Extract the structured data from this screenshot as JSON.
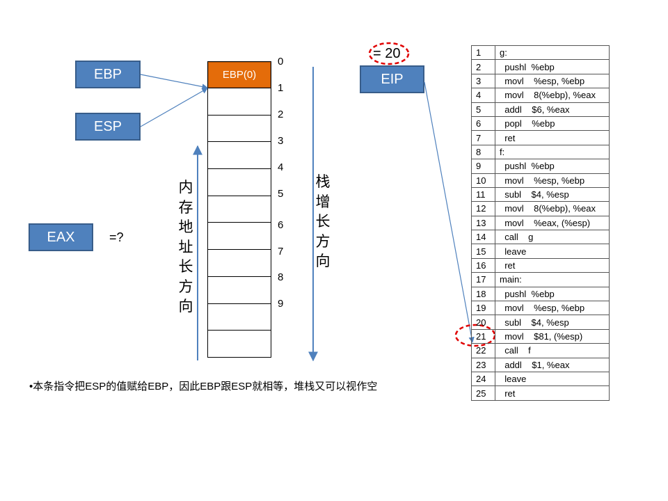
{
  "registers": {
    "ebp": "EBP",
    "esp": "ESP",
    "eax": "EAX",
    "eip": "EIP",
    "eax_value": "=?",
    "eip_value": "= 20"
  },
  "stack": {
    "top_cell": "EBP(0)",
    "indices": [
      "0",
      "1",
      "2",
      "3",
      "4",
      "5",
      "6",
      "7",
      "8",
      "9"
    ]
  },
  "labels": {
    "memory_growth": [
      "内",
      "存",
      "地",
      "址",
      "长",
      "方",
      "向"
    ],
    "stack_growth": [
      "栈",
      "增",
      "长",
      "方",
      "向"
    ]
  },
  "code": [
    {
      "line": "1",
      "text": "g:"
    },
    {
      "line": "2",
      "text": "  pushl  %ebp"
    },
    {
      "line": "3",
      "text": "  movl    %esp, %ebp"
    },
    {
      "line": "4",
      "text": "  movl    8(%ebp), %eax"
    },
    {
      "line": "5",
      "text": "  addl    $6, %eax"
    },
    {
      "line": "6",
      "text": "  popl    %ebp"
    },
    {
      "line": "7",
      "text": "  ret"
    },
    {
      "line": "8",
      "text": "f:"
    },
    {
      "line": "9",
      "text": "  pushl  %ebp"
    },
    {
      "line": "10",
      "text": "  movl    %esp, %ebp"
    },
    {
      "line": "11",
      "text": "  subl    $4, %esp"
    },
    {
      "line": "12",
      "text": "  movl    8(%ebp), %eax"
    },
    {
      "line": "13",
      "text": "  movl    %eax, (%esp)"
    },
    {
      "line": "14",
      "text": "  call    g"
    },
    {
      "line": "15",
      "text": "  leave"
    },
    {
      "line": "16",
      "text": "  ret"
    },
    {
      "line": "17",
      "text": "main:"
    },
    {
      "line": "18",
      "text": "  pushl  %ebp"
    },
    {
      "line": "19",
      "text": "  movl    %esp, %ebp"
    },
    {
      "line": "20",
      "text": "  subl    $4, %esp"
    },
    {
      "line": "21",
      "text": "  movl    $81, (%esp)"
    },
    {
      "line": "22",
      "text": "  call    f"
    },
    {
      "line": "23",
      "text": "  addl    $1, %eax"
    },
    {
      "line": "24",
      "text": "  leave"
    },
    {
      "line": "25",
      "text": "  ret"
    }
  ],
  "note": "•本条指令把ESP的值赋给EBP，因此EBP跟ESP就相等，堆栈又可以视作空",
  "colors": {
    "register_fill": "#4f81bd",
    "register_border": "#385d8a",
    "top_cell_fill": "#e46c0a",
    "arrow": "#4f81bd",
    "highlight": "#e00000"
  }
}
